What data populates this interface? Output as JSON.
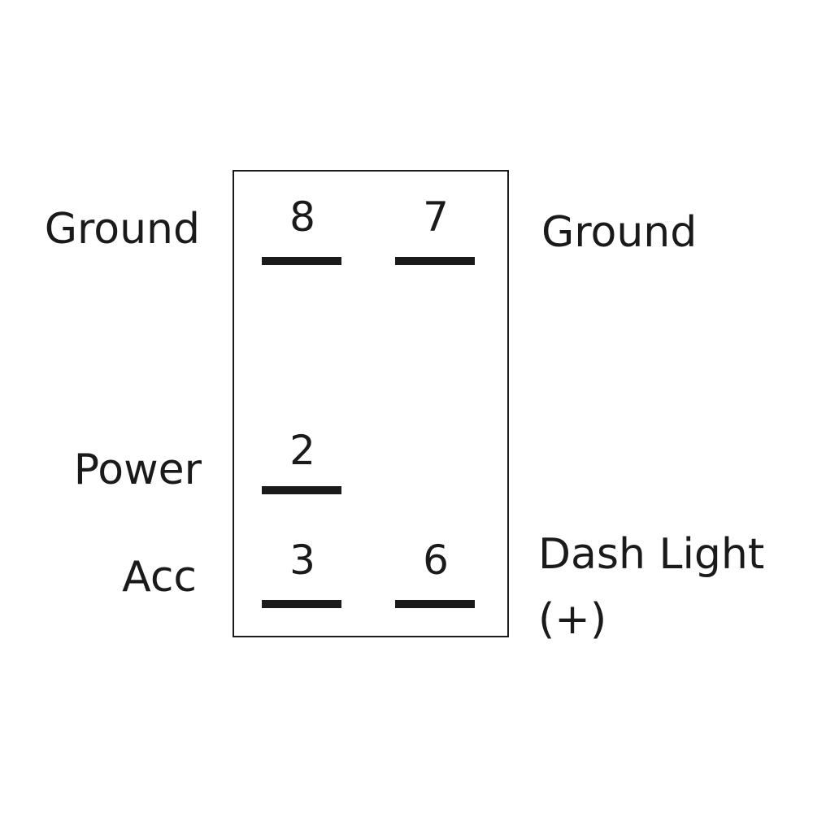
{
  "pins": {
    "pin8": "8",
    "pin7": "7",
    "pin2": "2",
    "pin3": "3",
    "pin6": "6"
  },
  "labels": {
    "ground_left": "Ground",
    "ground_right": "Ground",
    "power": "Power",
    "acc": "Acc",
    "dash_light_line1": "Dash Light",
    "dash_light_line2": "(+)"
  }
}
